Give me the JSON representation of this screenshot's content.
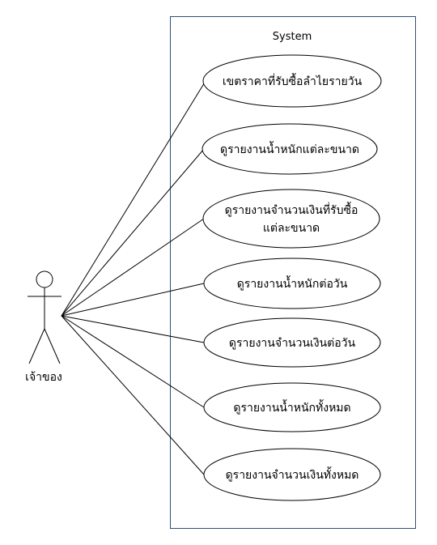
{
  "system": {
    "title": "System"
  },
  "actor": {
    "label": "เจ้าของ"
  },
  "use_cases": [
    {
      "lines": [
        "เขตราคาที่รับซื้อลำไยรายวัน"
      ]
    },
    {
      "lines": [
        "ดูรายงานน้ำหนักแต่ละขนาด"
      ]
    },
    {
      "lines": [
        "ดูรายงานจำนวนเงินที่รับซื้อ",
        "แต่ละขนาด"
      ]
    },
    {
      "lines": [
        "ดูรายงานน้ำหนักต่อวัน"
      ]
    },
    {
      "lines": [
        "ดูรายงานจำนวนเงินต่อวัน"
      ]
    },
    {
      "lines": [
        "ดูรายงานน้ำหนักทั้งหมด"
      ]
    },
    {
      "lines": [
        "ดูรายงานจำนวนเงินทั้งหมด"
      ]
    }
  ],
  "colors": {
    "system_border": "#2f4f6f",
    "ellipse_stroke": "#000000",
    "line_stroke": "#000000",
    "background": "#ffffff"
  }
}
